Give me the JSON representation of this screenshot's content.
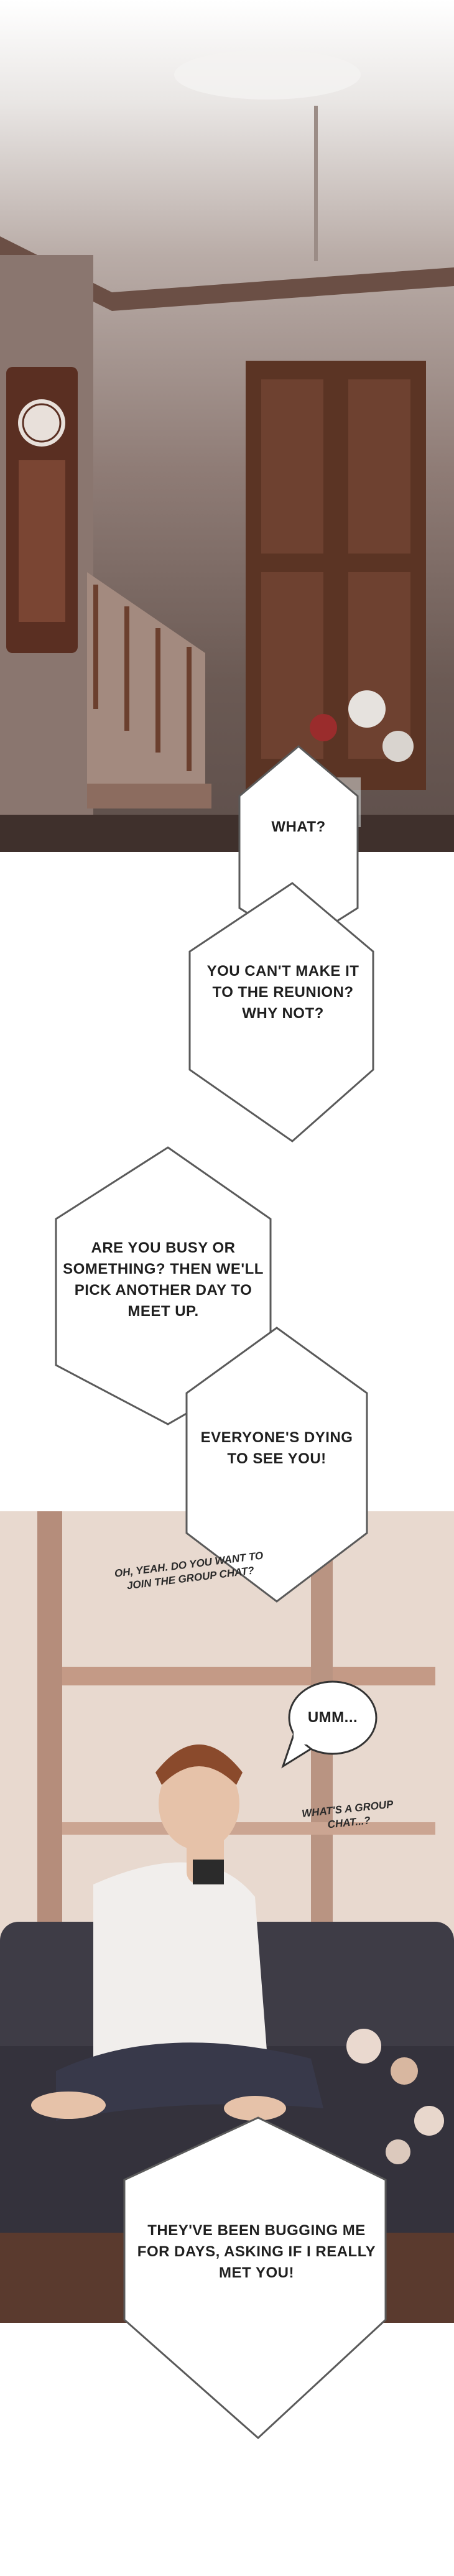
{
  "dialogue": {
    "b1": "WHAT?",
    "b2": "YOU CAN'T MAKE IT TO THE REUNION? WHY NOT?",
    "b3": "ARE YOU BUSY OR SOMETHING? THEN WE'LL PICK ANOTHER DAY TO MEET UP.",
    "b4": "EVERYONE'S DYING TO SEE YOU!",
    "b5": "OH, YEAH. DO YOU WANT TO JOIN THE GROUP CHAT?",
    "b6": "UMM...",
    "b7": "WHAT'S A GROUP CHAT...?",
    "b8": "THEY'VE BEEN BUGGING ME FOR DAYS, ASKING IF I REALLY MET YOU!"
  }
}
